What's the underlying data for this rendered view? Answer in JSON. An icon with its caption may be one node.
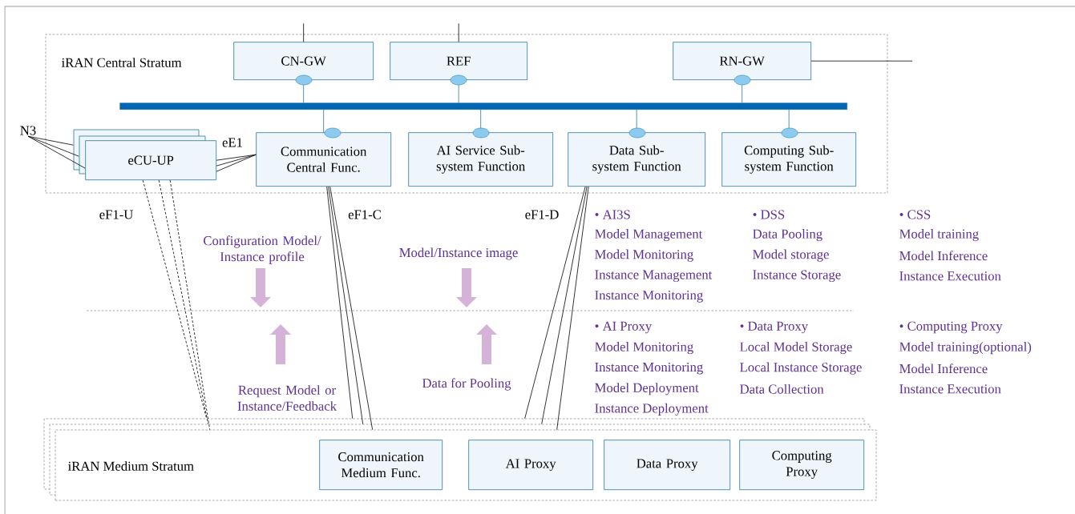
{
  "diagram": {
    "nodes": [
      {
        "text": [
          "iRAN Central Stratum"
        ]
      },
      {
        "text": [
          "CN-GW"
        ],
        "in": 0
      },
      {
        "text": [
          "REF"
        ],
        "in": 0
      },
      {
        "text": [
          "RN-GW"
        ],
        "in": 0
      },
      {
        "text": [],
        "shape": "bar",
        "in": 0
      },
      {
        "text": [
          "eCU-UP"
        ],
        "in": 0
      },
      {
        "text": [
          "Communication Central Func."
        ],
        "in": 0
      },
      {
        "text": [
          "AI Service Sub-system Function"
        ],
        "in": 0
      },
      {
        "text": [
          "Data Sub-system Function"
        ],
        "in": 0
      },
      {
        "text": [
          "Computing Sub-system Function"
        ],
        "in": 0
      },
      {
        "text": [
          "N3"
        ]
      },
      {
        "text": [
          "iRAN Medium Stratum"
        ]
      },
      {
        "text": [
          "Communication Medium Func."
        ],
        "in": 11
      },
      {
        "text": [
          "AI Proxy"
        ],
        "in": 11
      },
      {
        "text": [
          "Data Proxy"
        ],
        "in": 11
      },
      {
        "text": [
          "Computing Proxy"
        ],
        "in": 11
      }
    ],
    "edges": [
      {
        "from": 1,
        "to": null,
        "arrow": "none"
      },
      {
        "from": 2,
        "to": null,
        "arrow": "none"
      },
      {
        "from": 3,
        "to": null,
        "arrow": "none"
      },
      {
        "from": 1,
        "to": 4,
        "arrow": "none",
        "color": "#2a7a95"
      },
      {
        "from": 2,
        "to": 4,
        "arrow": "none",
        "color": "#2a7a95"
      },
      {
        "from": 3,
        "to": 4,
        "arrow": "none",
        "color": "#2a7a95"
      },
      {
        "from": 4,
        "to": 6,
        "arrow": "none",
        "color": "#2a7a95"
      },
      {
        "from": 4,
        "to": 7,
        "arrow": "none",
        "color": "#2a7a95"
      },
      {
        "from": 4,
        "to": 8,
        "arrow": "none",
        "color": "#2a7a95"
      },
      {
        "from": 4,
        "to": 9,
        "arrow": "none",
        "color": "#2a7a95"
      },
      {
        "from": 10,
        "to": 5,
        "arrow": "none"
      },
      {
        "from": 10,
        "to": 5,
        "arrow": "none"
      },
      {
        "from": 10,
        "to": 5,
        "arrow": "none"
      },
      {
        "from": 5,
        "to": 6,
        "arrow": "none",
        "label": "eE1"
      },
      {
        "from": 5,
        "to": 6,
        "arrow": "none"
      },
      {
        "from": 5,
        "to": 6,
        "arrow": "none"
      },
      {
        "from": 5,
        "to": 11,
        "arrow": "none",
        "style": "dashed",
        "label": "eF1-U"
      },
      {
        "from": 5,
        "to": 11,
        "arrow": "none",
        "style": "dashed"
      },
      {
        "from": 5,
        "to": 11,
        "arrow": "none",
        "style": "dashed"
      },
      {
        "from": 6,
        "to": 11,
        "arrow": "none",
        "label": "eF1-C"
      },
      {
        "from": 6,
        "to": 11,
        "arrow": "none"
      },
      {
        "from": 6,
        "to": 11,
        "arrow": "none"
      },
      {
        "from": 8,
        "to": 11,
        "arrow": "none",
        "label": "eF1-D"
      },
      {
        "from": 8,
        "to": 11,
        "arrow": "none"
      },
      {
        "from": 8,
        "to": 11,
        "arrow": "none"
      }
    ],
    "labels": [
      "Configuration Model/ Instance profile",
      "Model/Instance image",
      "Request Model or Instance/Feedback",
      "Data for Pooling",
      "• AI3S",
      "Model Management",
      "Model Monitoring",
      "Instance Management",
      "Instance Monitoring",
      "• DSS",
      "Data Pooling",
      "Model storage",
      "Instance Storage",
      "• CSS",
      "Model training",
      "Model Inference",
      "Instance Execution",
      "• AI Proxy",
      "Model Monitoring",
      "Instance Monitoring",
      "Model Deployment",
      "Instance Deployment",
      "• Data Proxy",
      "Local Model Storage",
      "Local Instance Storage",
      "Data Collection",
      "• Computing Proxy",
      "Model training(optional)",
      "Model Inference",
      "Instance Execution"
    ]
  }
}
